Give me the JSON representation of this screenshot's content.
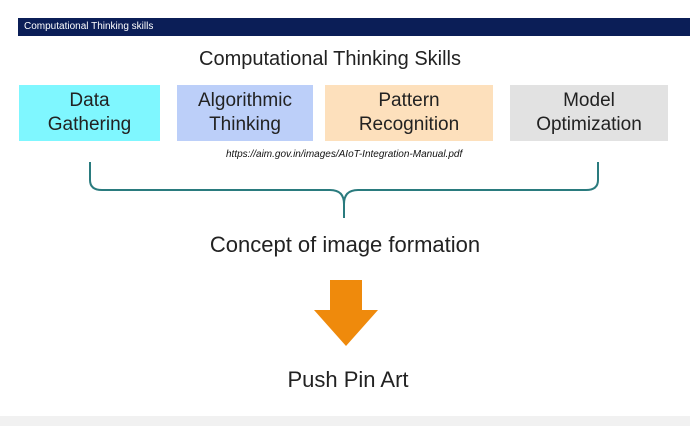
{
  "header": {
    "title": "Computational Thinking skills"
  },
  "diagram": {
    "title": "Computational Thinking Skills",
    "skills": [
      {
        "label": "Data\nGathering",
        "color": "#7ff7ff"
      },
      {
        "label": "Algorithmic\nThinking",
        "color": "#bccff9"
      },
      {
        "label": "Pattern\nRecognition",
        "color": "#fde0bc"
      },
      {
        "label": "Model\nOptimization",
        "color": "#e2e2e2"
      }
    ],
    "source": "https://aim.gov.in/images/AIoT-Integration-Manual.pdf",
    "brace_color": "#2a7b7e",
    "concept": "Concept of image formation",
    "arrow_color": "#ef8a0c",
    "result": "Push Pin Art"
  }
}
